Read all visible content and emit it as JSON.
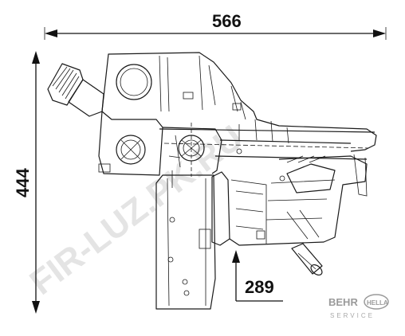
{
  "drawing": {
    "dim_width": "566",
    "dim_height": "444",
    "dim_depth": "289"
  },
  "watermark": {
    "text": "FIR-LUZ.PK.RU"
  },
  "brand": {
    "behr": "BEHR",
    "hella": "HELLA",
    "service": "SERVICE"
  },
  "colors": {
    "line": "#1a1a1a",
    "watermark": "#cfcfcf",
    "brand": "#9a9a9a"
  }
}
